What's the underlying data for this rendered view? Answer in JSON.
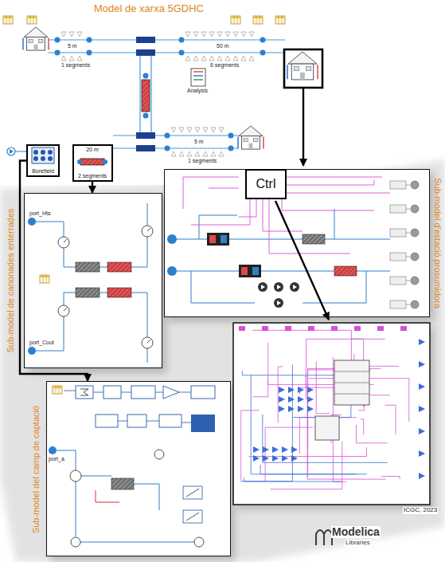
{
  "diagram": {
    "nodes": [
      {
        "text": [
          "Model de xarxa 5GDHC"
        ]
      },
      {
        "text": [
          "20 m",
          "2 segments"
        ],
        "in": 0
      },
      {
        "text": [
          "Borefield"
        ],
        "in": 0
      },
      {
        "text": [
          "Sub-model d'estació prosumidora"
        ]
      },
      {
        "text": [
          "Ctrl"
        ],
        "in": 3
      },
      {
        "text": [
          "Sub-model de canonades enterrades"
        ]
      },
      {
        "text": [
          "Sub-model del camp de captació"
        ]
      }
    ],
    "edges": [
      {
        "from": 1,
        "to": 5,
        "arrow": "to"
      },
      {
        "from": 2,
        "to": 6,
        "arrow": "to"
      }
    ],
    "labels": [
      "5 m",
      "1 segments",
      "50 m",
      "6 segments",
      "Analysis",
      "5 m",
      "1 segments",
      "port_Hts",
      "port_Cout",
      "port_a",
      "ICGC, 2023",
      "Modelica",
      "Libraries"
    ]
  }
}
